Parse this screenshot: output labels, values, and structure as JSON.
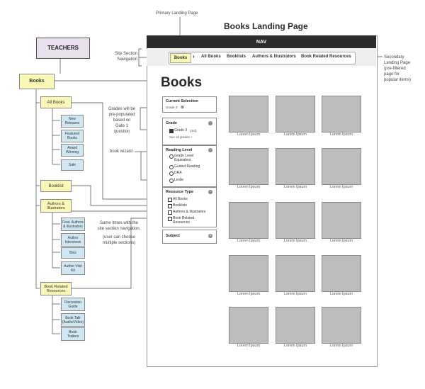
{
  "header": {
    "page_title": "Books Landing Page",
    "primary_label": "Primary Landing Page",
    "site_section_label": "Site Section\nNavigation",
    "secondary_label": "Secondary\nLanding Page\n(pre-filtered\npage  for\npopular items)"
  },
  "sitemap": {
    "root": "TEACHERS",
    "section": "Books",
    "all_books": "All Books",
    "all_books_children": [
      "New\nReleases",
      "Featured\nBooks",
      "Award\nWinning",
      "Sale"
    ],
    "booklist": "Booklist",
    "authors": "Authors &\nIllustrators",
    "authors_children": [
      "Feat. Authors\n& Illustrators",
      "Author\nInterviews",
      "Bios",
      "Author Visit\nKit"
    ],
    "resources": "Book Related\nResources",
    "resources_children": [
      "Discussion\nGuide",
      "Book Talk\n(Audio/Video)",
      "Book\nTrailers"
    ]
  },
  "notes": {
    "grades": "Grades will be\npre-populated\nbased on\nGate 1\nquestion",
    "wizard": "book wizard",
    "same_items": "Same itmes with the\nsite section navigation.",
    "choose": "(user can choose\nmultiple sections)"
  },
  "wireframe": {
    "nav": "NAV",
    "subnav": {
      "active": "Books",
      "arrow": "›",
      "items": [
        "All Books",
        "Booklists",
        "Authors & Illustrators",
        "Book Related Resources"
      ]
    },
    "title": "Books",
    "current_selection": {
      "heading": "Current Selection",
      "value": "Grade 3",
      "remove": "⊗"
    },
    "grade": {
      "heading": "Grade",
      "option": "Grade 3",
      "option_note": "(3rd)",
      "see_all": "See all grades  +"
    },
    "reading_level": {
      "heading": "Reading Level",
      "options": [
        "Grade Level\nEquivalent",
        "Guided Reading",
        "DRA",
        "Lexile"
      ]
    },
    "resource_type": {
      "heading": "Resource Type",
      "options": [
        "All Books",
        "Booklists",
        "Authors & Illustrators",
        "Book Related\nResources"
      ]
    },
    "subject": {
      "heading": "Subject"
    },
    "collapse_icon": "−",
    "expand_icon": "+",
    "grid_caption": "Lorem Ipsum"
  }
}
